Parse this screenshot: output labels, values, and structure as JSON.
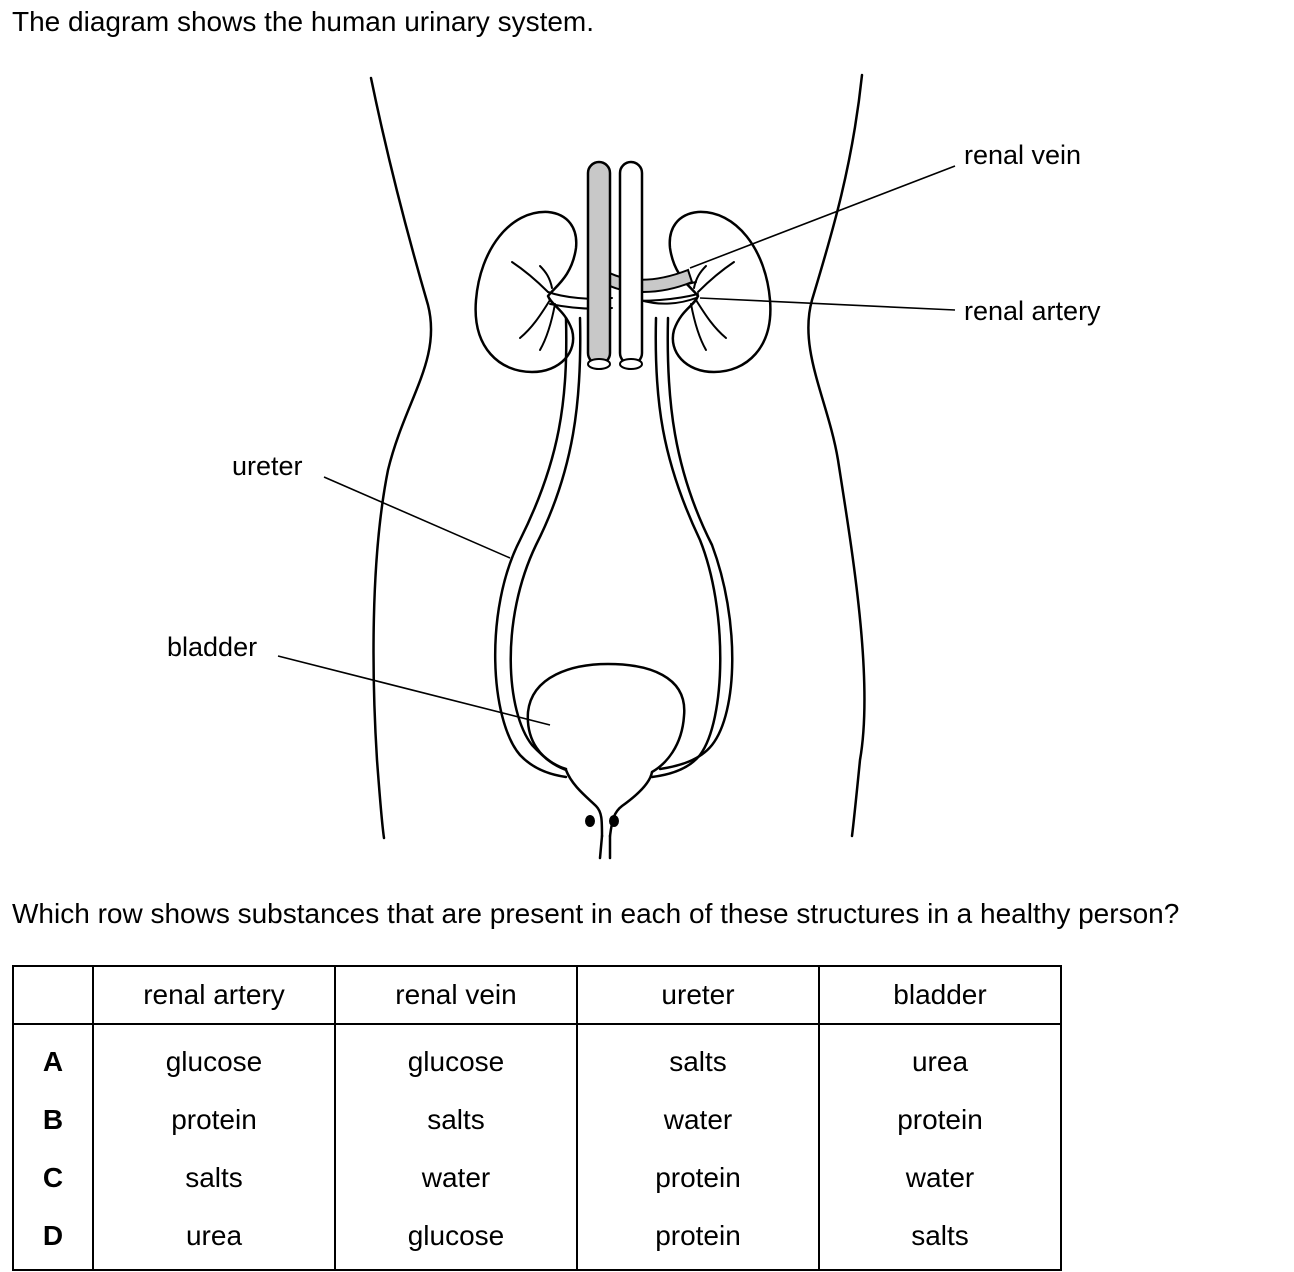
{
  "intro_text": "The diagram shows the human urinary system.",
  "diagram": {
    "labels": {
      "renal_vein": "renal vein",
      "renal_artery": "renal artery",
      "ureter": "ureter",
      "bladder": "bladder"
    }
  },
  "question_text": "Which row shows substances that are present in each of these structures in a healthy person?",
  "table": {
    "headers": [
      "",
      "renal artery",
      "renal vein",
      "ureter",
      "bladder"
    ],
    "rows": [
      {
        "letter": "A",
        "cells": [
          "glucose",
          "glucose",
          "salts",
          "urea"
        ]
      },
      {
        "letter": "B",
        "cells": [
          "protein",
          "salts",
          "water",
          "protein"
        ]
      },
      {
        "letter": "C",
        "cells": [
          "salts",
          "water",
          "protein",
          "water"
        ]
      },
      {
        "letter": "D",
        "cells": [
          "urea",
          "glucose",
          "protein",
          "salts"
        ]
      }
    ]
  }
}
